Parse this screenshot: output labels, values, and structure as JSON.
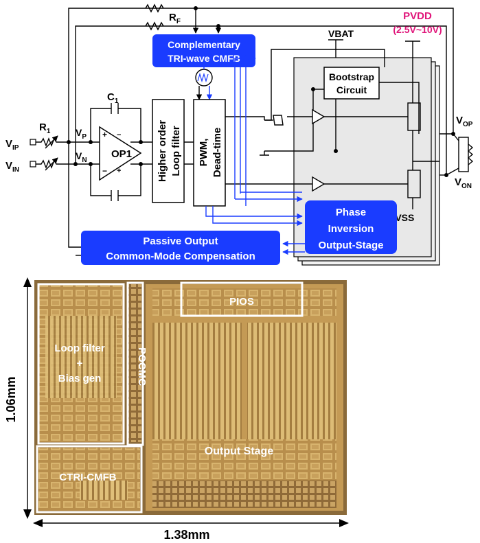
{
  "schematic": {
    "rf": "R",
    "rf_sub": "F",
    "c1": "C",
    "c1_sub": "1",
    "r1": "R",
    "r1_sub": "1",
    "vip": "V",
    "vip_sub": "IP",
    "vin": "V",
    "vin_sub": "IN",
    "vp": "V",
    "vp_sub": "P",
    "vn": "V",
    "vn_sub": "N",
    "op1": "OP1",
    "loop_filter_line1": "Higher order",
    "loop_filter_line2": "Loop filter",
    "pwm_line1": "PWM,",
    "pwm_line2": "Dead-time",
    "cmfb_line1": "Complementary",
    "cmfb_line2": "TRI-wave CMFB",
    "vbat": "VBAT",
    "pvdd": "PVDD",
    "pvdd_range": "(2.5V~10V)",
    "bootstrap_line1": "Bootstrap",
    "bootstrap_line2": "Circuit",
    "pios_line1": "Phase",
    "pios_line2": "Inversion",
    "pios_line3": "Output-Stage",
    "pvss": "PVSS",
    "pocmc_line1": "Passive Output",
    "pocmc_line2": "Common-Mode Compensation",
    "vop": "V",
    "vop_sub": "OP",
    "von": "V",
    "von_sub": "ON"
  },
  "die_photo": {
    "label_pios": "PIOS",
    "label_loop_line1": "Loop filter",
    "label_loop_line2": "+",
    "label_loop_line3": "Bias gen",
    "label_pocmc": "POCMC",
    "label_output": "Output Stage",
    "label_ctri": "CTRI-CMFB",
    "height": "1.06mm",
    "width": "1.38mm"
  },
  "colors": {
    "accent_blue": "#1a3cff",
    "pvdd_magenta": "#e0157a",
    "die_gold": "#c9a25a"
  }
}
